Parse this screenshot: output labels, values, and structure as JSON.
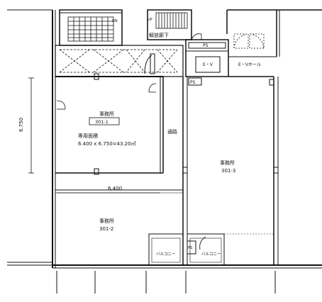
{
  "labels": {
    "stair_up": "UP",
    "stair_dn": "DN",
    "corridor": "解放廊下",
    "ps_top": "PS",
    "ev": "E・V",
    "ev_hall": "E・Vホール",
    "ps_mid": "PS",
    "office_1": "事務所",
    "office_1_no": "301-1",
    "area_label": "専用面積",
    "area_formula": "6.400 x 6.750=43.20㎡",
    "passage": "通路",
    "office_3": "事務所",
    "office_3_no": "301-3",
    "dim_width": "6.400",
    "dim_height": "6.750",
    "office_2": "事務所",
    "office_2_no": "301-2",
    "ps_bottom": "PS",
    "balcony_left": "バルコニー",
    "balcony_right": "バルコニー"
  }
}
